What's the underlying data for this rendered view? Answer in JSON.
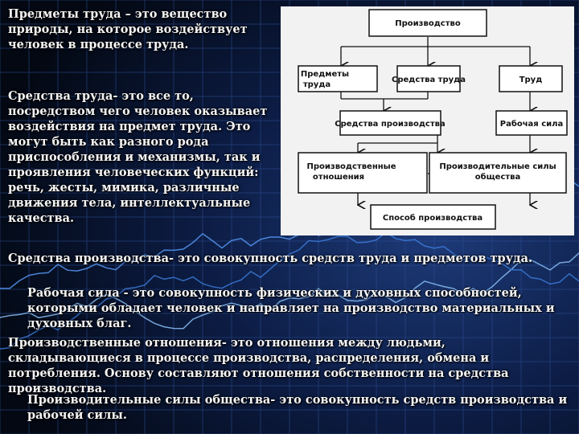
{
  "texts": {
    "t1": "Предметы труда – это вещество природы, на которое воздействует человек в процессе труда.",
    "t2": "Средства труда- это все то, посредством чего человек оказывает воздействия на предмет труда. Это могут быть как разного рода приспособления и механизмы, так и проявления человеческих функций: речь, жесты, мимика, различные движения тела, интеллектуальные качества.",
    "t3": "Средства производства- это совокупность средств труда и предметов труда.",
    "t4": "Рабочая сила - это совокупность физических и духовных способностей, которыми обладает человек и направляет на производство материальных и духовных благ.",
    "t5": "Производственные отношения- это отношения между людьми, складывающиеся в процессе производства, распределения, обмена и потребления. Основу составляют отношения собственности на средства производства.",
    "t6": "Производительные силы общества- это совокупность средств производства и рабочей силы."
  },
  "diagram": {
    "production": "Производство",
    "objects_l1": "Предметы",
    "objects_l2": "труда",
    "means_labor": "Средства труда",
    "labor": "Труд",
    "means_production": "Средства производства",
    "labor_force": "Рабочая сила",
    "relations_l1": "Производственные",
    "relations_l2": "отношения",
    "forces_l1": "Производительные силы",
    "forces_l2": "общества",
    "mode": "Способ производства"
  }
}
